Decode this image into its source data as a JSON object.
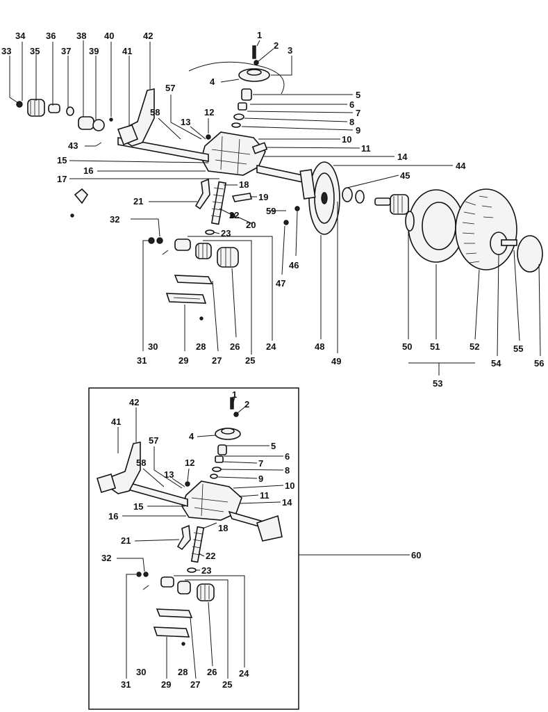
{
  "labels": {
    "p1": "1",
    "p2": "2",
    "p3": "3",
    "p4": "4",
    "p5": "5",
    "p6": "6",
    "p7": "7",
    "p8": "8",
    "p9": "9",
    "p10": "10",
    "p11": "11",
    "p12": "12",
    "p13": "13",
    "p14": "14",
    "p15": "15",
    "p16": "16",
    "p17": "17",
    "p18": "18",
    "p19": "19",
    "p20": "20",
    "p21": "21",
    "p22": "22",
    "p23": "23",
    "p24": "24",
    "p25": "25",
    "p26": "26",
    "p27": "27",
    "p28": "28",
    "p29": "29",
    "p30": "30",
    "p31": "31",
    "p32": "32",
    "p33": "33",
    "p34": "34",
    "p35": "35",
    "p36": "36",
    "p37": "37",
    "p38": "38",
    "p39": "39",
    "p40": "40",
    "p41": "41",
    "p42": "42",
    "p43": "43",
    "p44": "44",
    "p45": "45",
    "p46": "46",
    "p47": "47",
    "p48": "48",
    "p49": "49",
    "p50": "50",
    "p51": "51",
    "p52": "52",
    "p53": "53",
    "p54": "54",
    "p55": "55",
    "p56": "56",
    "p57": "57",
    "p58": "58",
    "p59": "59",
    "p60": "60"
  },
  "colors": {
    "ink": "#111111",
    "paper": "#ffffff"
  }
}
